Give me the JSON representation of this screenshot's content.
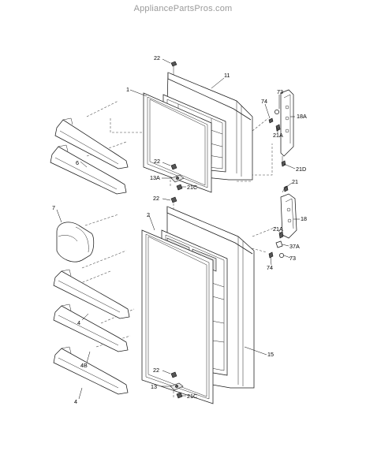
{
  "watermark": "AppliancePartsPros.com",
  "labels": {
    "l22a": "22",
    "l11": "11",
    "l1": "1",
    "l73a": "73",
    "l74a": "74",
    "l18A": "18A",
    "l21Aa": "21A",
    "l6": "6",
    "l22b": "22",
    "l13A": "13A",
    "l21Ca": "21C",
    "l21D": "21D",
    "l21": "21",
    "l22c": "22",
    "l7": "7",
    "l2": "2",
    "l18": "18",
    "l21Ab": "21A",
    "l37A": "37A",
    "l73b": "73",
    "l74b": "74",
    "l4a": "4",
    "l4B": "4B",
    "l4b": "4",
    "l15": "15",
    "l22d": "22",
    "l13": "13",
    "l21Cb": "21C"
  }
}
